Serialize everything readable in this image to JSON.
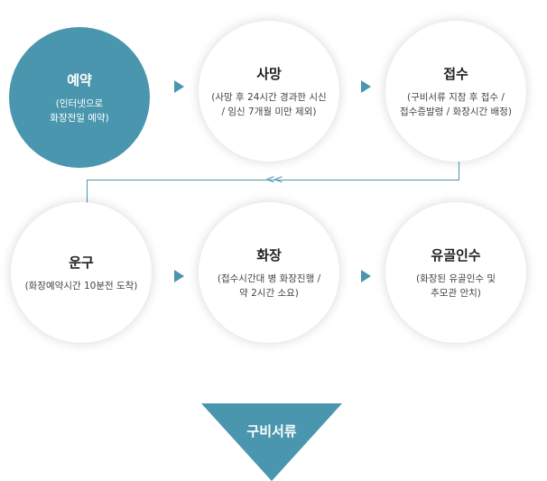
{
  "steps": [
    {
      "title": "예약",
      "desc": "(인터넷으로\n화장전일 예약)"
    },
    {
      "title": "사망",
      "desc": "(사망 후 24시간 경과한 시신\n/ 임신 7개월 미만 제외)"
    },
    {
      "title": "접수",
      "desc": "(구비서류 지참 후 접수 /\n접수증발령 / 화장시간 배정)"
    },
    {
      "title": "운구",
      "desc": "(화장예약시간 10분전 도착)"
    },
    {
      "title": "화장",
      "desc": "(접수시간대 병 화장진행 /\n약 2시간 소요)"
    },
    {
      "title": "유골인수",
      "desc": "(화장된 유골인수 및\n추모관 안치)"
    }
  ],
  "connector_glyph": "<<",
  "documents_label": "구비서류",
  "colors": {
    "accent": "#4a96ae",
    "text": "#222222"
  }
}
